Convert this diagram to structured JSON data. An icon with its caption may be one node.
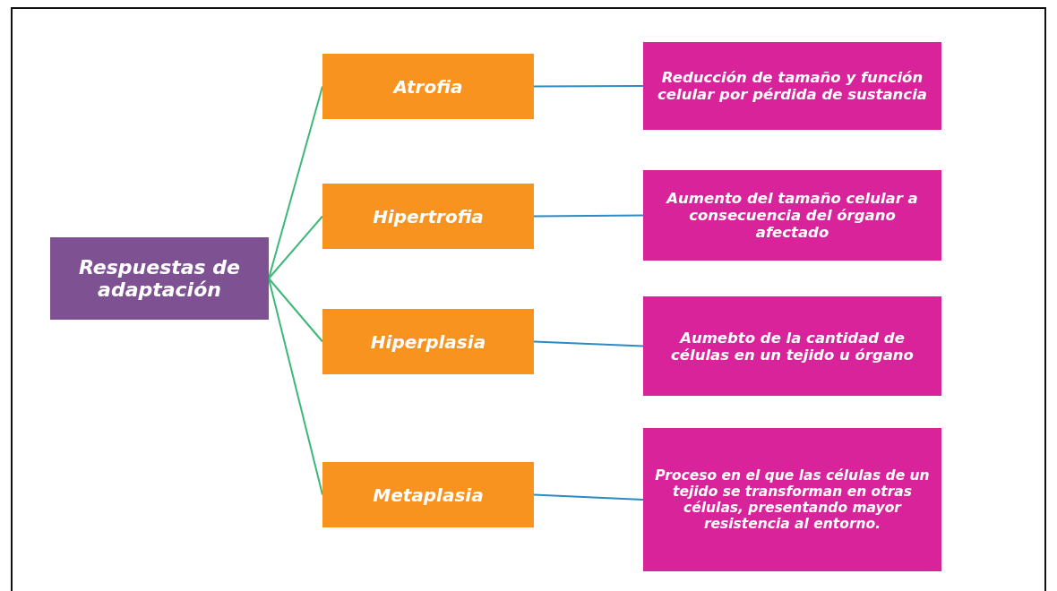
{
  "diagram": {
    "nodes": [
      {
        "text": [
          "Respuestas de adaptación"
        ]
      },
      {
        "text": [
          "Atrofia"
        ]
      },
      {
        "text": [
          "Hipertrofia"
        ]
      },
      {
        "text": [
          "Hiperplasia"
        ]
      },
      {
        "text": [
          "Metaplasia"
        ]
      },
      {
        "text": [
          "Reducción de tamaño y función celular por pérdida de sustancia"
        ]
      },
      {
        "text": [
          "Aumento del tamaño celular a consecuencia del órgano afectado"
        ]
      },
      {
        "text": [
          "Aumebto de la cantidad de células en un tejido u órgano"
        ]
      },
      {
        "text": [
          "Proceso en el que las células de un tejido se transforman en otras células, presentando mayor resistencia al entorno."
        ]
      }
    ],
    "edges": [
      {
        "from": 0,
        "to": 1,
        "arrow": "none",
        "color": "#3cb878"
      },
      {
        "from": 0,
        "to": 2,
        "arrow": "none",
        "color": "#3cb878"
      },
      {
        "from": 0,
        "to": 3,
        "arrow": "none",
        "color": "#3cb878"
      },
      {
        "from": 0,
        "to": 4,
        "arrow": "none",
        "color": "#3cb878"
      },
      {
        "from": 1,
        "to": 5,
        "arrow": "none",
        "color": "#2b8cc4"
      },
      {
        "from": 2,
        "to": 6,
        "arrow": "none",
        "color": "#2b8cc4"
      },
      {
        "from": 3,
        "to": 7,
        "arrow": "none",
        "color": "#2b8cc4"
      },
      {
        "from": 4,
        "to": 8,
        "arrow": "none",
        "color": "#2b8cc4"
      }
    ]
  }
}
